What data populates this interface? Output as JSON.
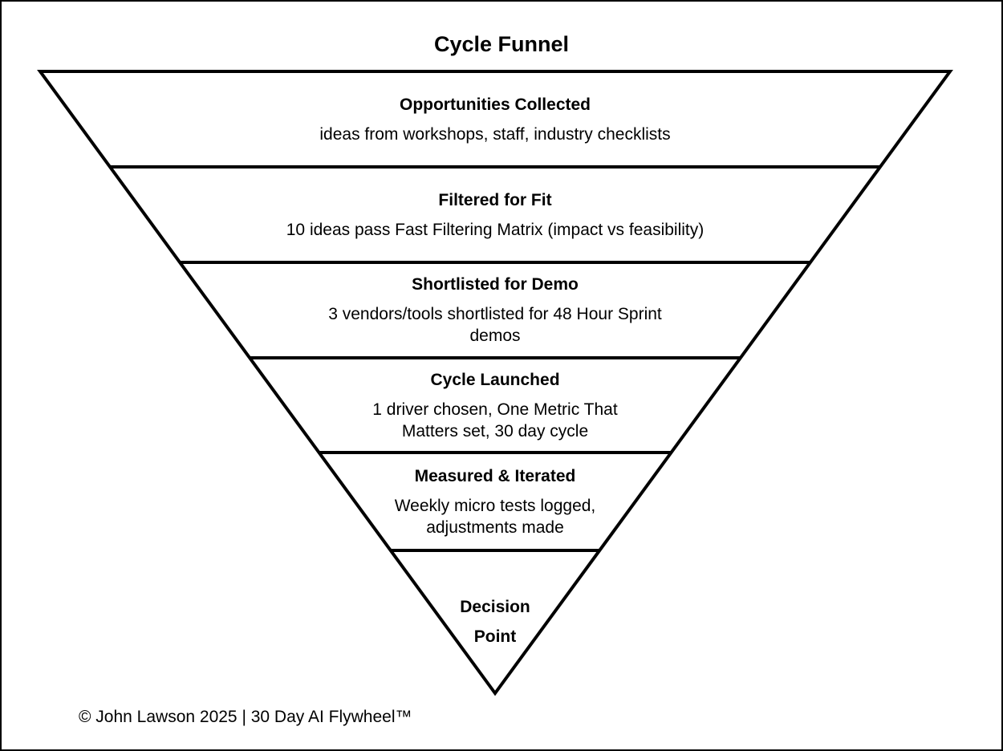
{
  "title": "Cycle Funnel",
  "funnel": {
    "stages": [
      {
        "label": "Opportunities Collected",
        "description": "ideas from workshops, staff, industry checklists"
      },
      {
        "label": "Filtered for Fit",
        "description": "10 ideas pass Fast Filtering Matrix (impact vs feasibility)"
      },
      {
        "label": "Shortlisted for Demo",
        "description": "3 vendors/tools shortlisted for 48 Hour Sprint\ndemos"
      },
      {
        "label": "Cycle Launched",
        "description": "1 driver chosen, One Metric That\nMatters set, 30 day cycle"
      },
      {
        "label": "Measured & Iterated",
        "description": "Weekly micro tests logged,\nadjustments made"
      },
      {
        "label": "Decision\nPoint",
        "description": ""
      }
    ]
  },
  "footer": {
    "credit": "© John Lawson 2025 | 30 Day AI Flywheel™"
  },
  "colors": {
    "stroke": "#000000",
    "background": "#ffffff",
    "text": "#000000"
  }
}
